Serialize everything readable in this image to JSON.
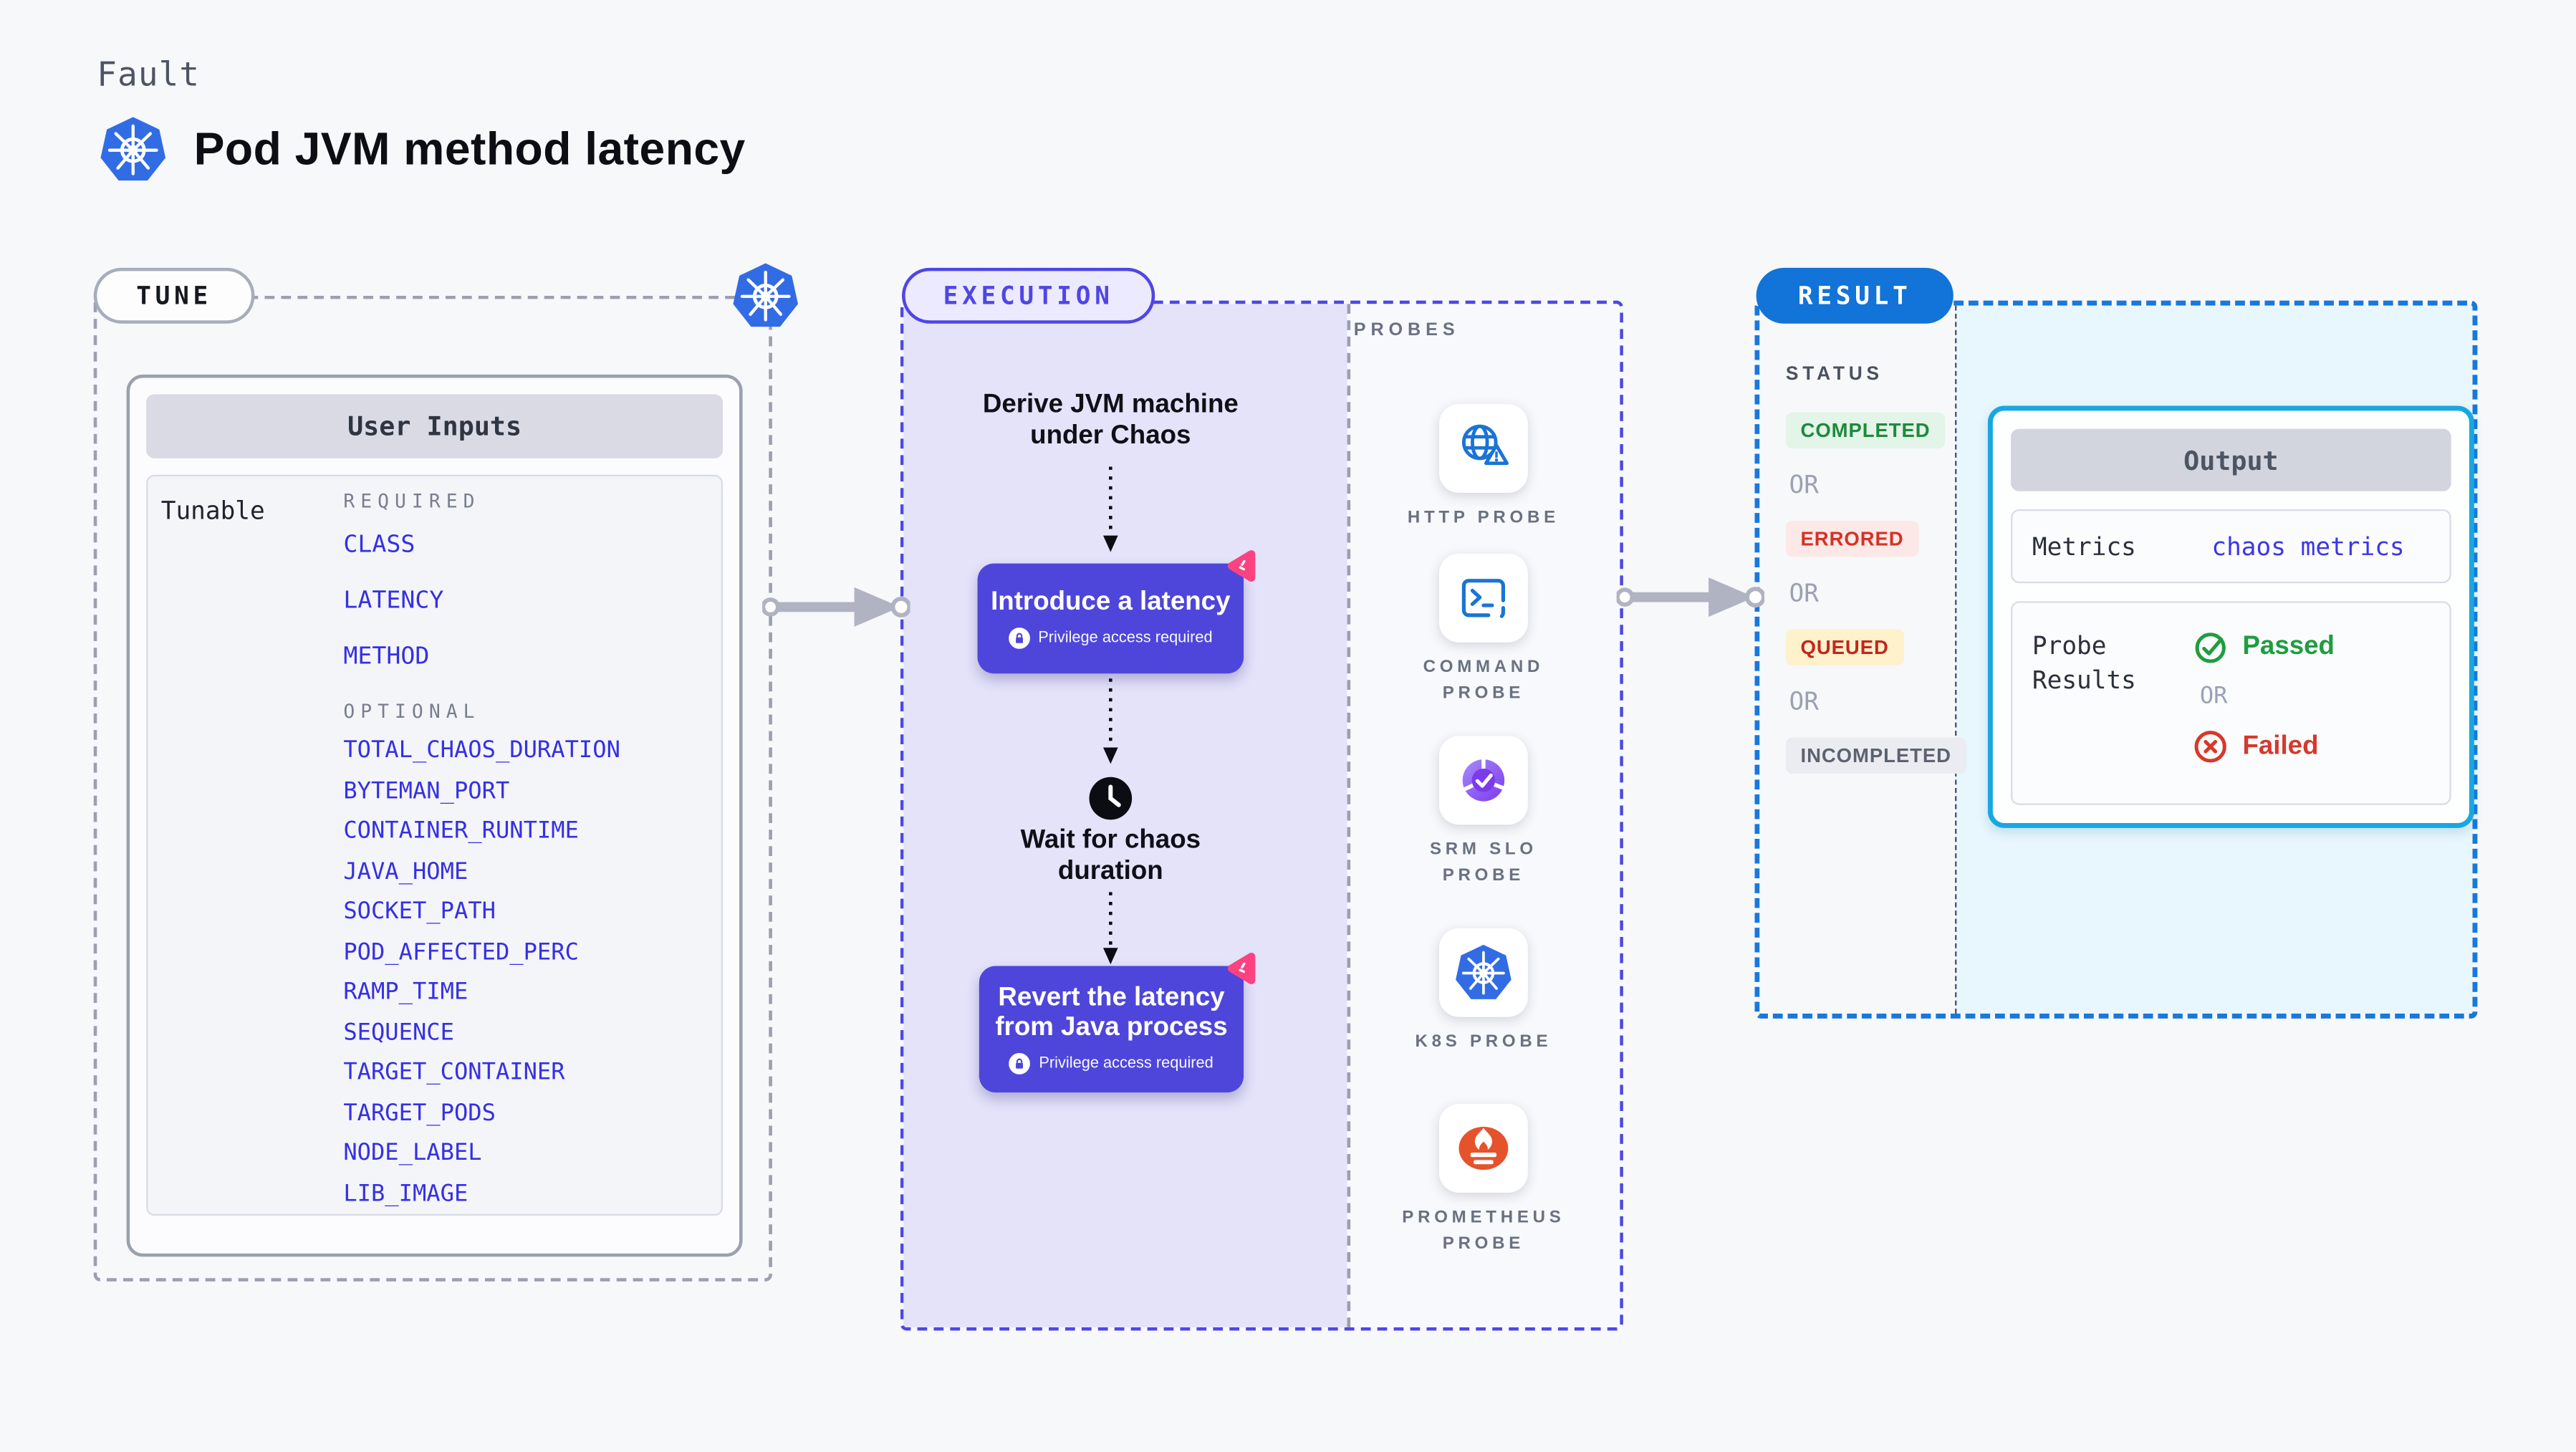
{
  "header": {
    "eyebrow": "Fault",
    "title": "Pod JVM method latency"
  },
  "tune": {
    "pill": "TUNE",
    "user_inputs_title": "User Inputs",
    "tunable_label": "Tunable",
    "required_label": "REQUIRED",
    "required_params": [
      "CLASS",
      "LATENCY",
      "METHOD"
    ],
    "optional_label": "OPTIONAL",
    "optional_params": [
      "TOTAL_CHAOS_DURATION",
      "BYTEMAN_PORT",
      "CONTAINER_RUNTIME",
      "JAVA_HOME",
      "SOCKET_PATH",
      "POD_AFFECTED_PERC",
      "RAMP_TIME",
      "SEQUENCE",
      "TARGET_CONTAINER",
      "TARGET_PODS",
      "NODE_LABEL",
      "LIB_IMAGE"
    ]
  },
  "execution": {
    "pill": "EXECUTION",
    "derive_text": "Derive JVM machine\nunder Chaos",
    "step1_title": "Introduce a latency",
    "step1_note": "Privilege access required",
    "wait_text": "Wait for chaos\nduration",
    "step2_title": "Revert the latency\nfrom Java process",
    "step2_note": "Privilege access required"
  },
  "probes": {
    "label": "PROBES",
    "items": [
      {
        "label": "HTTP PROBE",
        "icon": "globe-alert-icon"
      },
      {
        "label": "COMMAND PROBE",
        "icon": "terminal-icon"
      },
      {
        "label": "SRM SLO PROBE",
        "icon": "slo-pie-icon"
      },
      {
        "label": "K8S PROBE",
        "icon": "kubernetes-icon"
      },
      {
        "label": "PROMETHEUS PROBE",
        "icon": "prometheus-icon"
      }
    ]
  },
  "result": {
    "pill": "RESULT",
    "status_label": "STATUS",
    "or_label": "OR",
    "statuses": [
      {
        "label": "COMPLETED"
      },
      {
        "label": "ERRORED"
      },
      {
        "label": "QUEUED"
      },
      {
        "label": "INCOMPLETED"
      }
    ],
    "output": {
      "title": "Output",
      "metrics_label": "Metrics",
      "metrics_value": "chaos metrics",
      "probe_results_label": "Probe Results",
      "passed_label": "Passed",
      "or_label": "OR",
      "failed_label": "Failed"
    }
  },
  "colors": {
    "kubernetes_blue": "#326ce5",
    "indigo_accent": "#4f46e5",
    "card_purple": "#4e46da",
    "execution_bg": "#e4e3fa",
    "pink_badge": "#fa4380",
    "result_blue": "#1273d8",
    "output_border_cyan": "#18a7e1",
    "output_area_bg": "#e8f6fd",
    "param_blue": "#3530e3",
    "completed_green": "#1d8a3c",
    "errored_red": "#d63125",
    "queued_red": "#c3261c",
    "incompleted_gray": "#5c6370",
    "passed_green": "#1f9d3f",
    "failed_red": "#d5392b",
    "probe_blue": "#1a74d4",
    "prometheus_orange": "#e6522c",
    "arrow_gray": "#b0b3c2"
  }
}
